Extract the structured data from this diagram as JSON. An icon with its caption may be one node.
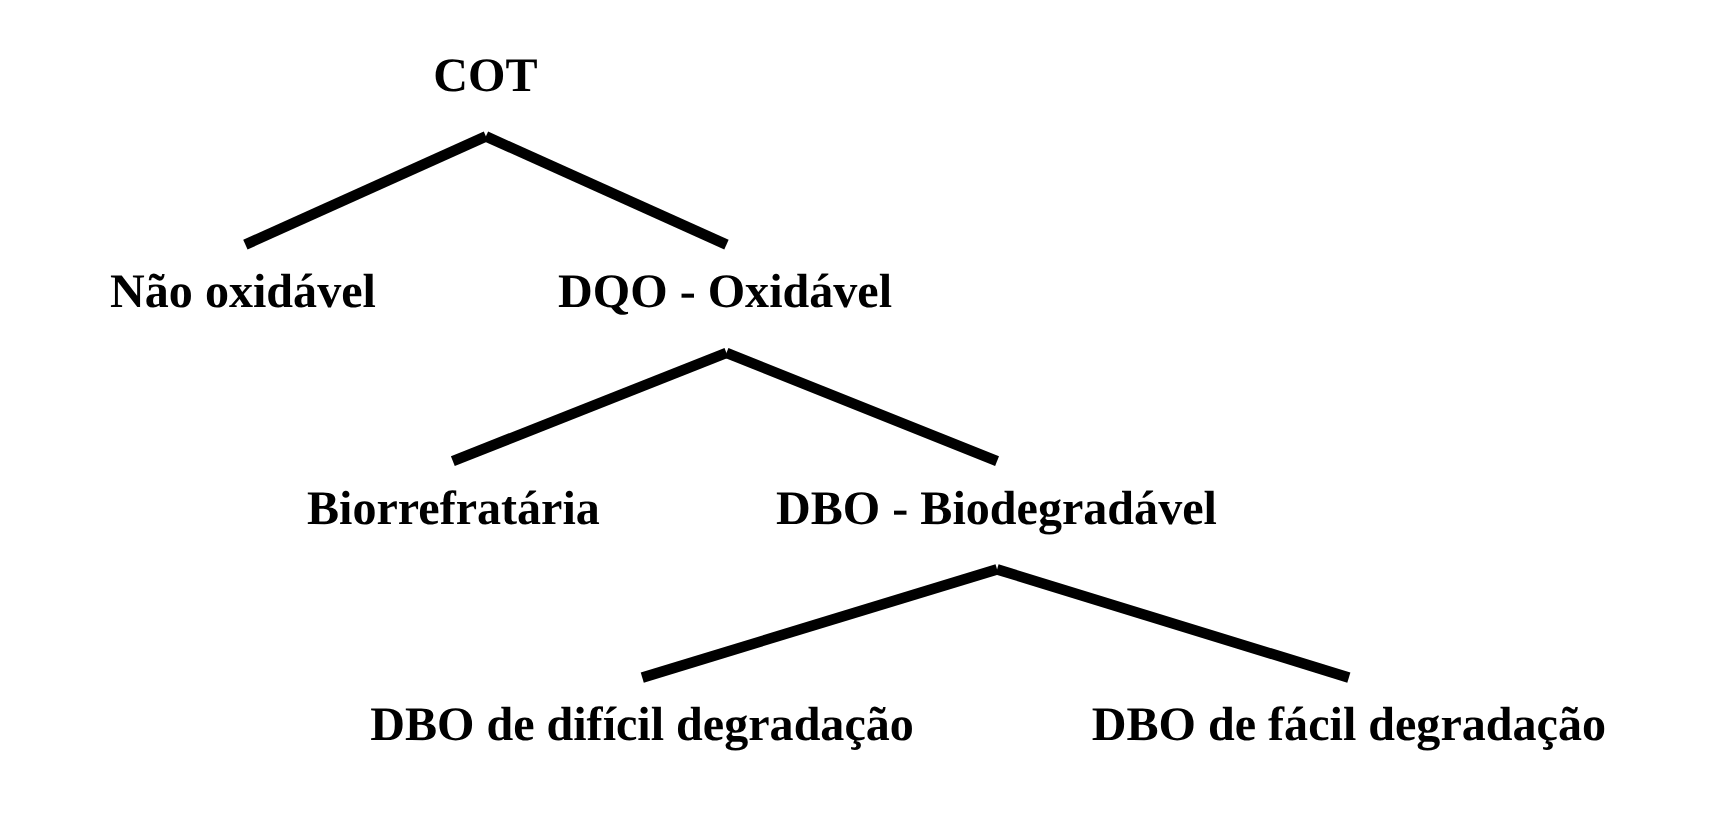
{
  "diagram": {
    "nodes": [
      {
        "text": [
          "COT"
        ]
      },
      {
        "text": [
          "Não oxidável"
        ]
      },
      {
        "text": [
          "DQO - Oxidável"
        ]
      },
      {
        "text": [
          "Biorrefratária"
        ]
      },
      {
        "text": [
          "DBO - Biodegradável"
        ]
      },
      {
        "text": [
          "DBO de difícil degradação"
        ]
      },
      {
        "text": [
          "DBO de fácil degradação"
        ]
      }
    ],
    "edges": [
      {
        "from": 0,
        "to": 1,
        "arrow": "none"
      },
      {
        "from": 0,
        "to": 2,
        "arrow": "none"
      },
      {
        "from": 2,
        "to": 3,
        "arrow": "none"
      },
      {
        "from": 2,
        "to": 4,
        "arrow": "none"
      },
      {
        "from": 4,
        "to": 5,
        "arrow": "none"
      },
      {
        "from": 4,
        "to": 6,
        "arrow": "none"
      }
    ]
  }
}
